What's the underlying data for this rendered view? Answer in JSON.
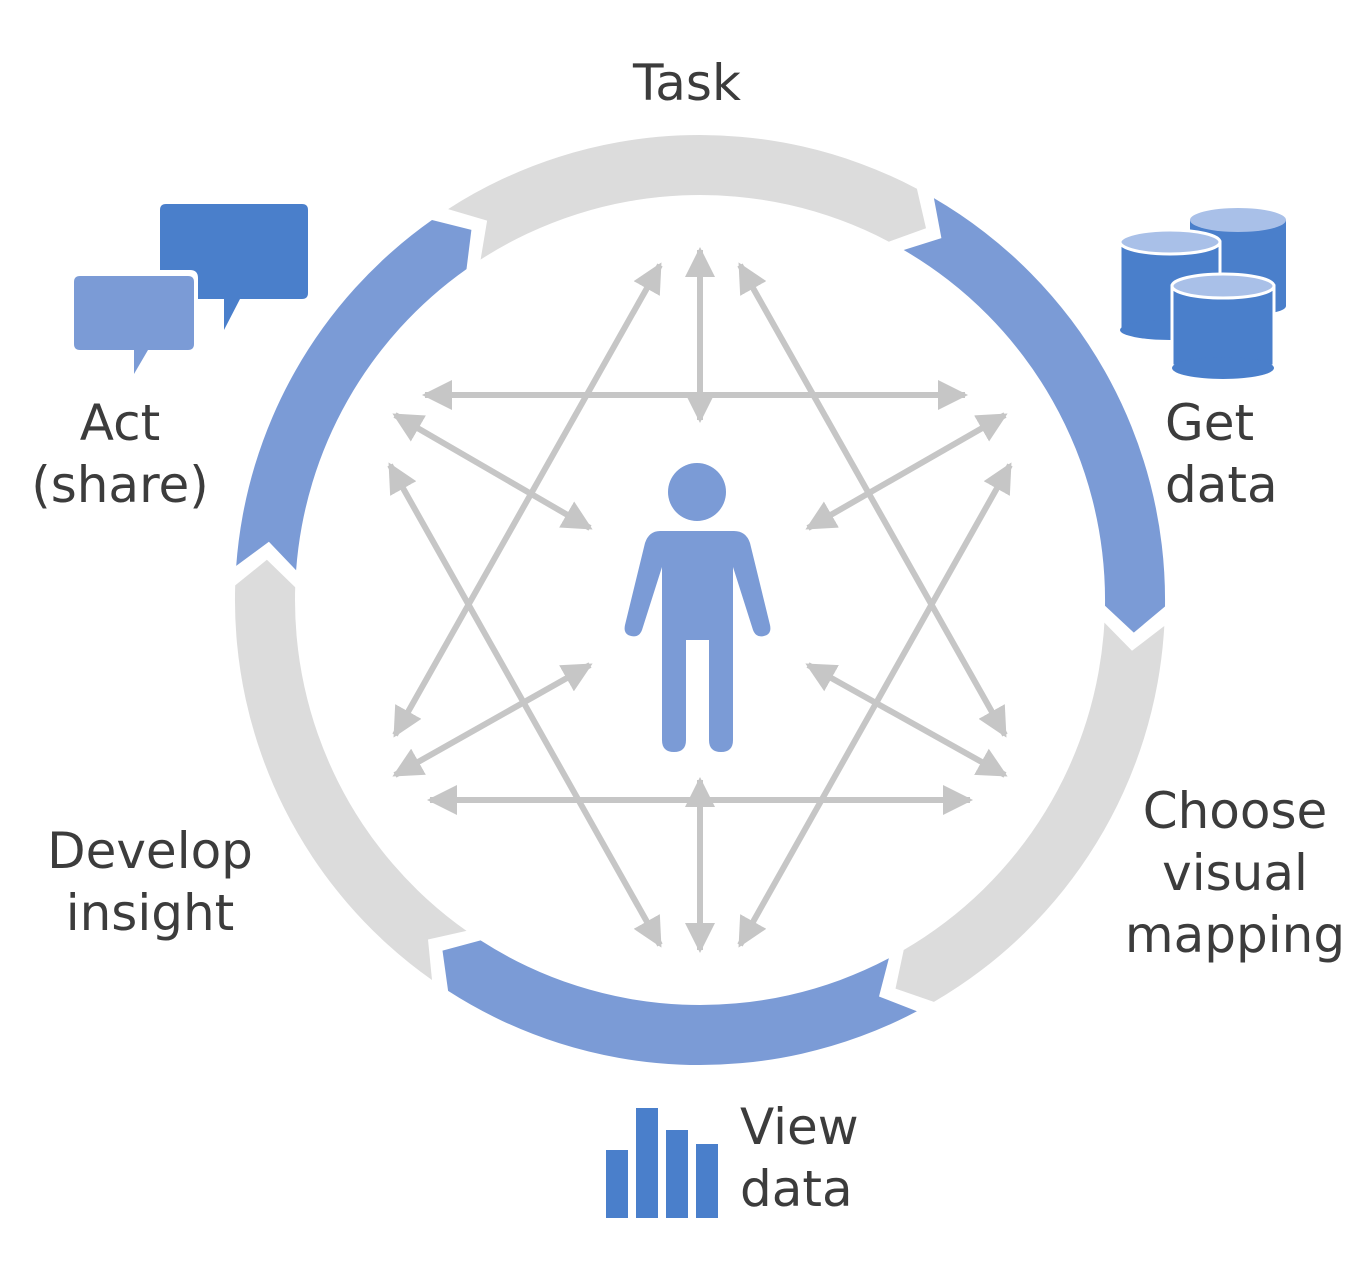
{
  "colors": {
    "blue_segment": "#7b9bd6",
    "blue_icon": "#4a7fcb",
    "gray_segment": "#dcdcdc",
    "arrow": "#c6c6c6",
    "person": "#7b9bd6",
    "text": "#3c3c3c"
  },
  "labels": {
    "task": "Task",
    "get_data": [
      "Get",
      "data"
    ],
    "choose_visual_mapping": [
      "Choose",
      "visual",
      "mapping"
    ],
    "view_data": [
      "View",
      "data"
    ],
    "develop_insight": [
      "Develop",
      "insight"
    ],
    "act_share": [
      "Act",
      "(share)"
    ]
  },
  "icons": {
    "act": "speech-bubbles-icon",
    "get_data": "database-cylinders-icon",
    "view_data": "bar-chart-icon",
    "center": "person-icon"
  }
}
